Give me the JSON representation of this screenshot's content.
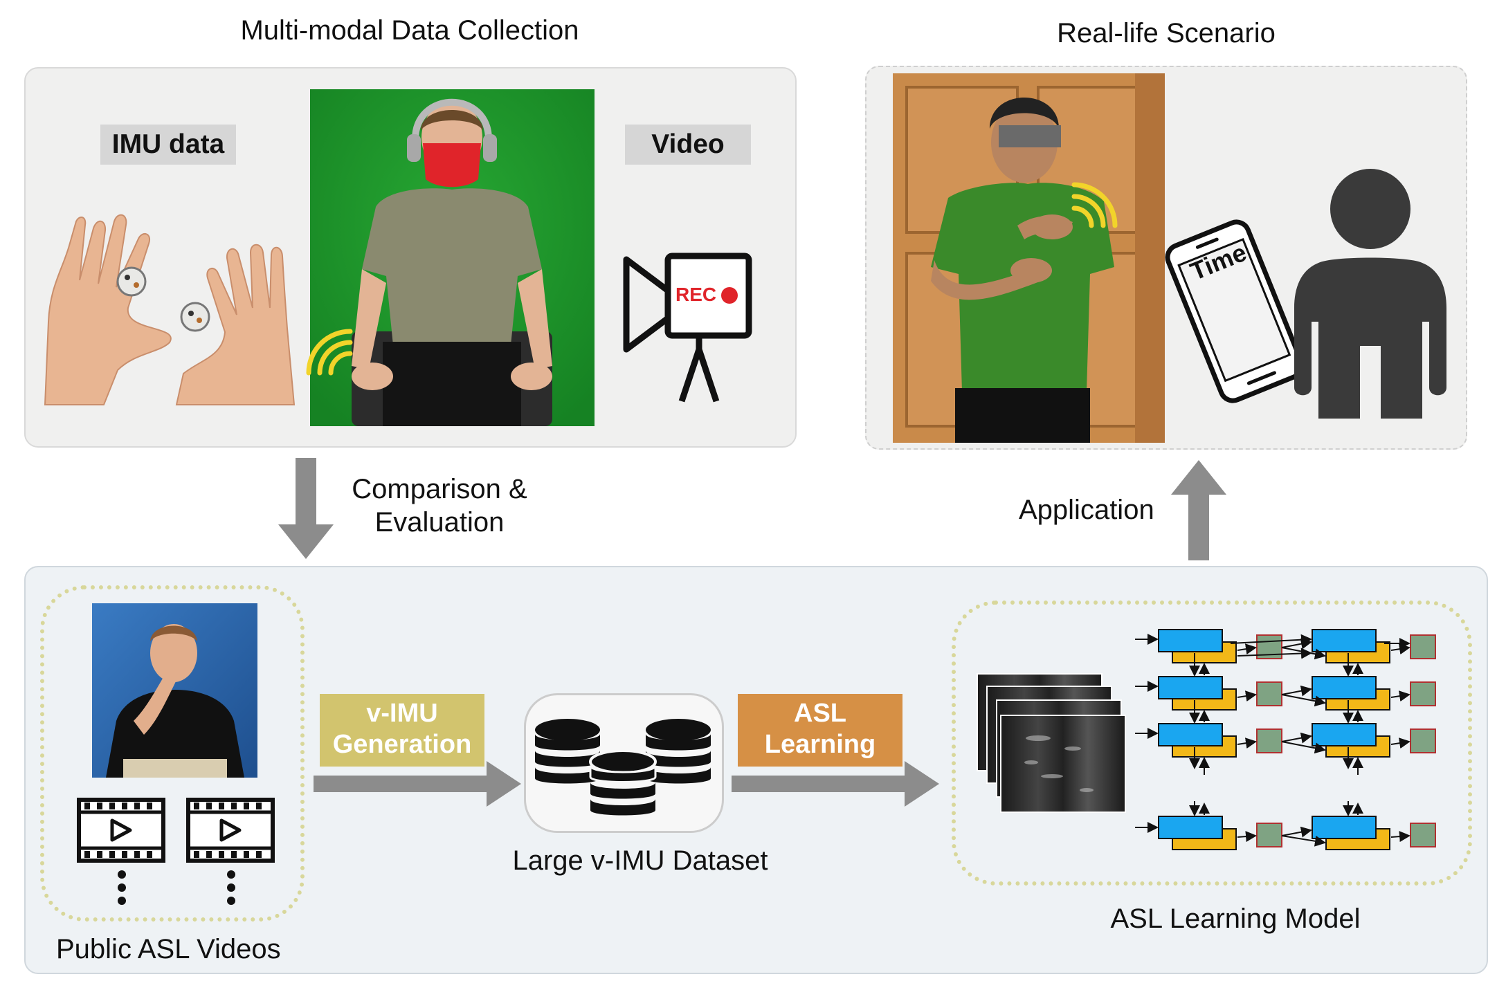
{
  "titles": {
    "collection": "Multi-modal Data Collection",
    "scenario": "Real-life Scenario"
  },
  "tags": {
    "imu": "IMU data",
    "video": "Video"
  },
  "camera": {
    "rec": "REC"
  },
  "phone": {
    "screen_text": "Time"
  },
  "arrows": {
    "comparison_line1": "Comparison &",
    "comparison_line2": "Evaluation",
    "application": "Application"
  },
  "pipeline": {
    "public_videos": "Public ASL Videos",
    "vimu_generation_line1": "v-IMU",
    "vimu_generation_line2": "Generation",
    "dataset": "Large v-IMU Dataset",
    "asl_learning_line1": "ASL",
    "asl_learning_line2": "Learning",
    "model": "ASL Learning Model"
  },
  "colors": {
    "green_screen": "#1f9a2c",
    "mask_red": "#e0242a",
    "wave_yellow": "#f2d42a",
    "olive": "#d2c46e",
    "orange": "#d69045",
    "rnn_blue": "#1aa6f0",
    "rnn_yellow": "#f2b818",
    "rnn_out_green": "#7fa383"
  }
}
